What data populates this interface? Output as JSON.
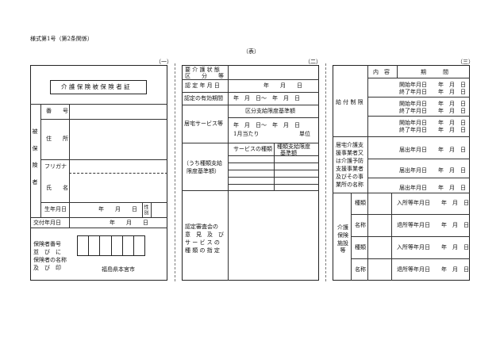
{
  "header": {
    "form_no": "様式第1号（第2条関係）",
    "front": "（表）",
    "p1": "（一）",
    "p2": "（二）",
    "p3": "（三）"
  },
  "panel1": {
    "title": "介 護 保 険 被 保 険 者 証",
    "insured_label": "被 保 険 者",
    "number": "番　　号",
    "address": "住　　所",
    "furigana": "フリガナ",
    "name": "氏　　名",
    "birth": "生年月日",
    "ymd": "年　　月　　日",
    "sex": "性別",
    "issue": "交付年月日",
    "issue_ymd": "年　　月　　日",
    "insurer_l1": "保険者番号",
    "insurer_l2": "並　び　に",
    "insurer_l3": "保険者の名称",
    "insurer_l4": "及　び　印",
    "insurer_name": "福島県本宮市"
  },
  "panel2": {
    "care_level_l1": "要 介 護 状 態",
    "care_level_l2": "区　　分　　等",
    "cert_date": "認 定 年 月 日",
    "cert_ymd": "年　　月　　日",
    "validity": "認定の有効期間",
    "validity_val": "年　月　日～　年　月　日",
    "home_service": "居宅サービス等",
    "limit_std": "区分支給限度基準額",
    "period": "年　月　日～　年　月　日",
    "per_month": "1月当たり",
    "unit": "単位",
    "sub_l1": "（うち種類支給",
    "sub_l2": "限度基準額）",
    "service_type": "サービスの種類",
    "type_limit_l1": "種類支給限度",
    "type_limit_l2": "基準額",
    "opinion_l1": "認定審査会の",
    "opinion_l2": "意　見　及　び",
    "opinion_l3": "サ ー ビ ス の",
    "opinion_l4": "種 類 の 指 定"
  },
  "panel3": {
    "content": "内　容",
    "period": "期　　　間",
    "benefit_limit": "給 付 制 限",
    "start": "開始年月日　　年　月　日",
    "end": "終了年月日　　年　月　日",
    "plan_l1": "居宅介護支",
    "plan_l2": "援事業者又",
    "plan_l3": "は介護予防",
    "plan_l4": "支援事業者",
    "plan_l5": "及びその事",
    "plan_l6": "業所の名称",
    "report": "届出年月日　　年　月　日",
    "facility": "介護保険施設等",
    "kind": "種類",
    "title_name": "名称",
    "enter": "入所等年月日　　年　月　日",
    "exit": "退所等年月日　　年　月　日"
  }
}
